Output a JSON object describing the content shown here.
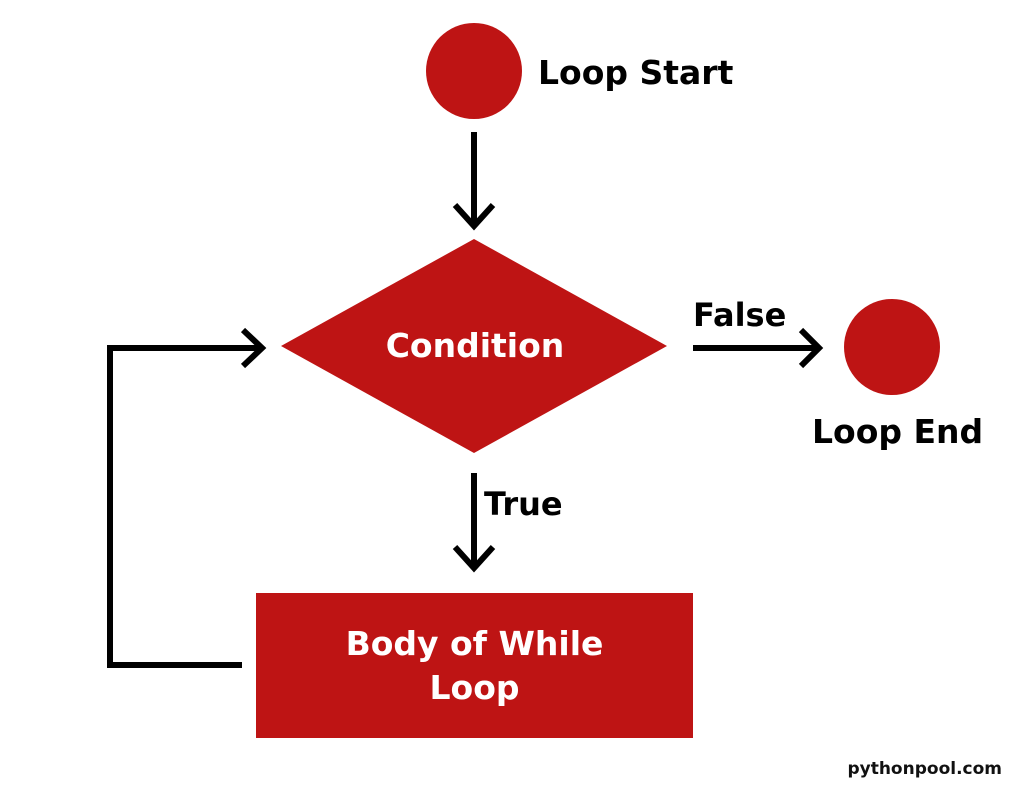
{
  "colors": {
    "shape_fill": "#be1414",
    "connector": "#000000",
    "background": "#ffffff"
  },
  "nodes": {
    "start": {
      "label": "Loop Start"
    },
    "condition": {
      "label": "Condition"
    },
    "body": {
      "label": "Body of While Loop"
    },
    "end": {
      "label": "Loop End"
    }
  },
  "edges": {
    "condition_false": {
      "label": "False"
    },
    "condition_true": {
      "label": "True"
    }
  },
  "watermark": "pythonpool.com"
}
